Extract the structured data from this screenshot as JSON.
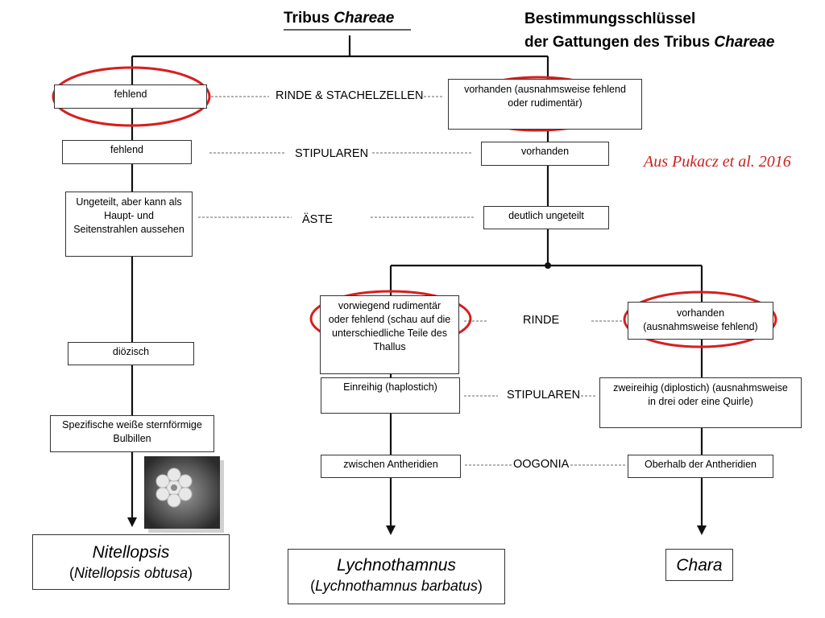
{
  "title": {
    "prefix": "Tribus ",
    "genus": "Chareae"
  },
  "heading": {
    "line1": "Bestimmungsschlüssel",
    "line2_prefix": "der Gattungen des Tribus ",
    "line2_genus": "Chareae"
  },
  "source": "Aus Pukacz et al. 2016",
  "criteria": {
    "rinde_stachel": "RINDE & STACHELZELLEN",
    "stipularen_1": "STIPULAREN",
    "aeste": "ÄSTE",
    "rinde": "RINDE",
    "stipularen_2": "STIPULAREN",
    "oogonia": "OOGONIA"
  },
  "left": {
    "rinde": "fehlend",
    "stipularen": "fehlend",
    "aeste": "Ungeteilt, aber kann als Haupt- und Seitenstrahlen aussehen",
    "dioezisch": "diözisch",
    "bulbillen": "Spezifische weiße sternförmige Bulbillen"
  },
  "right": {
    "rinde": "vorhanden (ausnahmsweise fehlend oder rudimentär)",
    "stipularen": "vorhanden",
    "aeste": "deutlich ungeteilt"
  },
  "mid": {
    "rinde": "vorwiegend rudimentär oder fehlend (schau auf die unterschiedliche Teile des Thallus",
    "stipularen": "Einreihig (haplostich)",
    "oogonia": "zwischen Antheridien"
  },
  "far": {
    "rinde": "vorhanden (ausnahmsweise fehlend)",
    "stipularen": "zweireihig (diplostich) (ausnahmsweise in drei oder eine Quirle)",
    "oogonia": "Oberhalb der Antheridien"
  },
  "taxa": {
    "nitellopsis": {
      "name": "Nitellopsis",
      "species": "Nitellopsis obtusa"
    },
    "lychnothamnus": {
      "name": "Lychnothamnus",
      "species": "Lychnothamnus barbatus"
    },
    "chara": {
      "name": "Chara"
    }
  },
  "colors": {
    "highlight": "#d81e1e",
    "source_text": "#cc1f1f",
    "line": "#111111"
  }
}
